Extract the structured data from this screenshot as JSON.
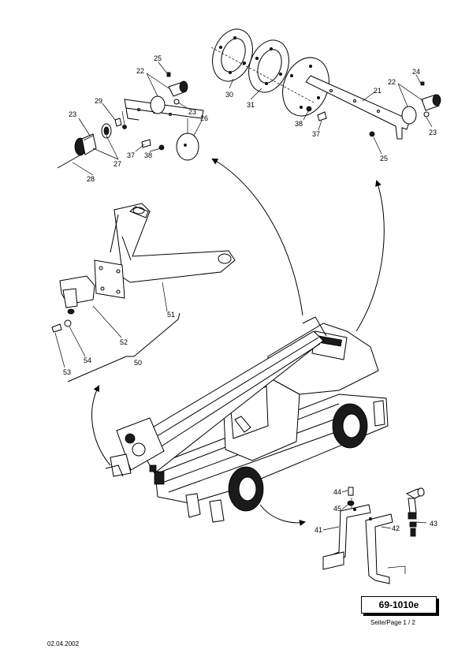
{
  "drawing": {
    "reference": "69-1010e",
    "page_label": "Seite/Page 1 / 2",
    "date": "02.04.2002"
  },
  "callouts": {
    "c21": "21",
    "c22a": "22",
    "c22b": "22",
    "c23a": "23",
    "c23b": "23",
    "c23c": "23",
    "c24": "24",
    "c25a": "25",
    "c25b": "25",
    "c26": "26",
    "c27": "27",
    "c28": "28",
    "c29": "29",
    "c30": "30",
    "c31": "31",
    "c37a": "37",
    "c37b": "37",
    "c38a": "38",
    "c38b": "38",
    "c41": "41",
    "c42": "42",
    "c43": "43",
    "c44": "44",
    "c45": "45",
    "c50": "50",
    "c51": "51",
    "c52": "52",
    "c53": "53",
    "c54": "54"
  }
}
